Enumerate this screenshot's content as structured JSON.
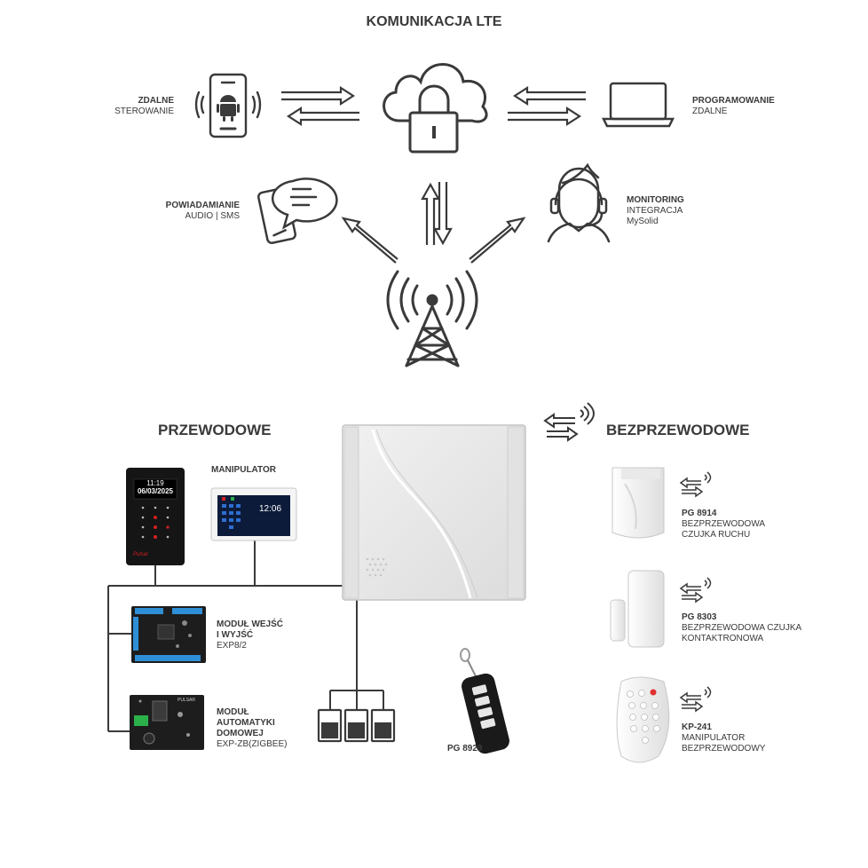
{
  "title": "KOMUNIKACJA LTE",
  "top": {
    "remote_control": {
      "line1": "ZDALNE",
      "line2": "STEROWANIE"
    },
    "remote_programming": {
      "line1": "PROGRAMOWANIE",
      "line2": "ZDALNE"
    },
    "notification": {
      "line1": "POWIADAMIANIE",
      "line2": "AUDIO | SMS"
    },
    "monitoring": {
      "line1": "MONITORING",
      "line2": "INTEGRACJA",
      "line3": "MySolid"
    }
  },
  "wired": {
    "heading": "PRZEWODOWE",
    "manipulator": "MANIPULATOR",
    "keypad_time": "11:19",
    "keypad_date": "06/03/2025",
    "keypad_brand": "Pulsar",
    "touch_time": "12:06",
    "io_module": {
      "line1": "MODUŁ WEJŚĆ",
      "line2": "I WYJŚĆ",
      "line3": "EXP8/2"
    },
    "automation_module": {
      "line1": "MODUŁ",
      "line2": "AUTOMATYKI",
      "line3": "DOMOWEJ",
      "line4": "EXP-ZB(ZIGBEE)"
    },
    "module_brand": "PULSAR"
  },
  "wireless": {
    "heading": "BEZPRZEWODOWE",
    "remote": "PG 8929",
    "motion": {
      "line1": "PG 8914",
      "line2": "BEZPRZEWODOWA",
      "line3": "CZUJKA RUCHU"
    },
    "contact": {
      "line1": "PG 8303",
      "line2": "BEZPRZEWODOWA CZUJKA",
      "line3": "KONTAKTRONOWA"
    },
    "keypad": {
      "line1": "KP-241",
      "line2": "MANIPULATOR",
      "line3": "BEZPRZEWODOWY"
    }
  },
  "colors": {
    "ink": "#3a3a3a",
    "panel": "#e9e9e9",
    "device_dark": "#151515"
  }
}
